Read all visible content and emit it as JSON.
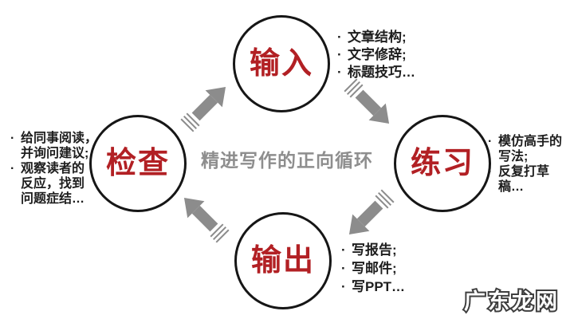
{
  "title": "精进写作的正向循环",
  "watermark": "广东龙网",
  "glyphs": {
    "bullet": "·"
  },
  "colors": {
    "node_red": "#b22024",
    "arrow_gray": "#8c8c8c",
    "title_gray": "#8e8e8e",
    "text_dark": "#1d1d1d"
  },
  "nodes": {
    "input": {
      "label": "输入"
    },
    "practice": {
      "label": "练习"
    },
    "output": {
      "label": "输出"
    },
    "check": {
      "label": "检查"
    }
  },
  "notes": {
    "input": {
      "items": [
        {
          "lines": [
            "文章结构;"
          ]
        },
        {
          "lines": [
            "文字修辞;"
          ]
        },
        {
          "lines": [
            "标题技巧…"
          ]
        }
      ]
    },
    "practice": {
      "items": [
        {
          "lines": [
            "模仿高手的",
            "写法;"
          ]
        },
        {
          "lines": [
            "反复打草",
            "稿…"
          ]
        }
      ]
    },
    "output": {
      "items": [
        {
          "lines": [
            "写报告;"
          ]
        },
        {
          "lines": [
            "写邮件;"
          ]
        },
        {
          "lines": [
            "写PPT…"
          ]
        }
      ]
    },
    "check": {
      "items": [
        {
          "lines": [
            "给同事阅读，",
            "并询问建议;"
          ]
        },
        {
          "lines": [
            "观察读者的",
            "反应，找到",
            "问题症结…"
          ]
        }
      ]
    }
  },
  "arrows": [
    {
      "from": "check",
      "to": "input",
      "direction": "up-right"
    },
    {
      "from": "input",
      "to": "practice",
      "direction": "down-right"
    },
    {
      "from": "practice",
      "to": "output",
      "direction": "down-left"
    },
    {
      "from": "output",
      "to": "check",
      "direction": "up-left"
    }
  ]
}
